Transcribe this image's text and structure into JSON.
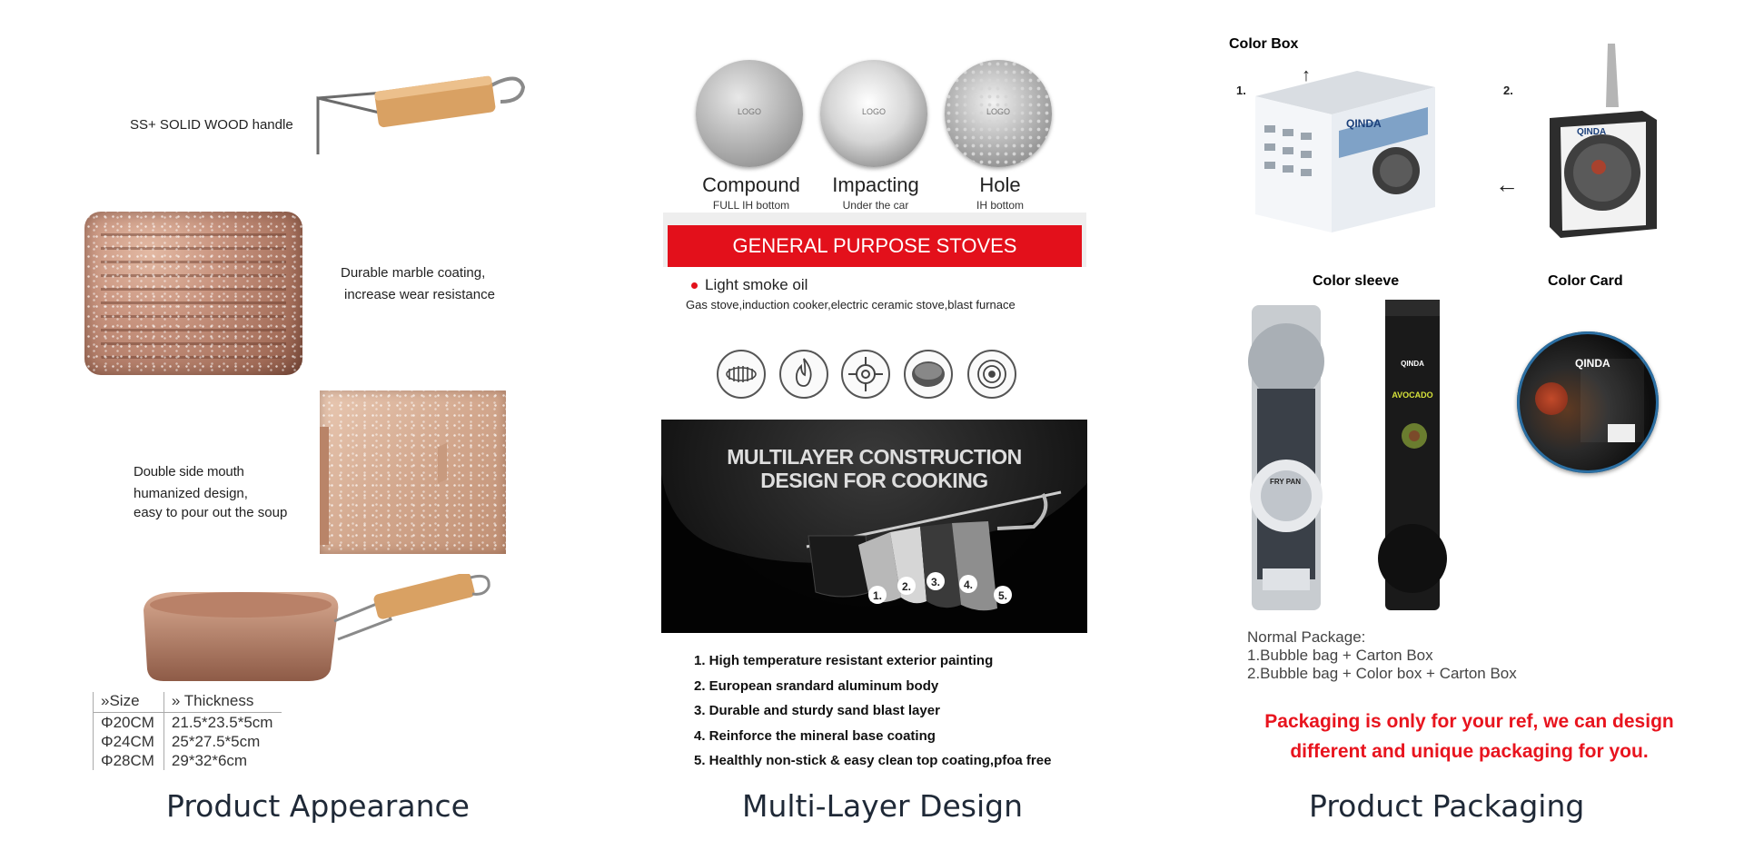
{
  "appearance": {
    "handle_label": "SS+ SOLID WOOD handle",
    "coating_label_line1": "Durable marble coating,",
    "coating_label_line2": "increase wear resistance",
    "mouth_label_line1": "Double side mouth",
    "mouth_label_line2": "humanized design,",
    "mouth_label_line3": "easy to pour out the soup",
    "table": {
      "headers": [
        "»Size",
        "» Thickness"
      ],
      "rows": [
        [
          "Φ20CM",
          "21.5*23.5*5cm"
        ],
        [
          "Φ24CM",
          "25*27.5*5cm"
        ],
        [
          "Φ28CM",
          "29*32*6cm"
        ]
      ]
    },
    "title": "Product Appearance"
  },
  "multilayer": {
    "bottoms": [
      {
        "name": "Compound",
        "sub": "FULL IH bottom",
        "logo": "LOGO"
      },
      {
        "name": "Impacting",
        "sub": "Under the car",
        "logo": "LOGO"
      },
      {
        "name": "Hole",
        "sub": "IH bottom",
        "logo": "LOGO"
      }
    ],
    "banner": "GENERAL PURPOSE STOVES",
    "bullet": "Light smoke oil",
    "stoves_text": "Gas stove,induction cooker,electric ceramic stove,blast furnace",
    "construction_line1": "MULTILAYER CONSTRUCTION",
    "construction_line2": "DESIGN FOR COOKING",
    "layer_numbers": [
      "1.",
      "2.",
      "3.",
      "4.",
      "5."
    ],
    "layers": [
      "1. High temperature resistant exterior painting",
      "2. European srandard aluminum body",
      "3. Durable and sturdy sand blast layer",
      "4. Reinforce the mineral base coating",
      "5. Healthly non-stick & easy clean top coating,pfoa free"
    ],
    "title": "Multi-Layer Design"
  },
  "packaging": {
    "color_box": "Color Box",
    "num1": "1.",
    "num2": "2.",
    "color_sleeve": "Color sleeve",
    "color_card": "Color Card",
    "brand": "QINDA",
    "sleeve_label_fry": "FRY PAN",
    "sleeve_label_avocado": "AVOCADO",
    "normal_package_title": "Normal Package:",
    "normal_package_1": "1.Bubble bag + Carton Box",
    "normal_package_2": "2.Bubble bag + Color box + Carton Box",
    "note_line1": "Packaging is only for your ref, we can design",
    "note_line2": "different and unique packaging for you.",
    "title": "Product Packaging"
  },
  "colors": {
    "banner_red": "#e3101b",
    "note_red": "#e8141e",
    "pan_copper": "#c99580",
    "wood": "#d9a163"
  }
}
